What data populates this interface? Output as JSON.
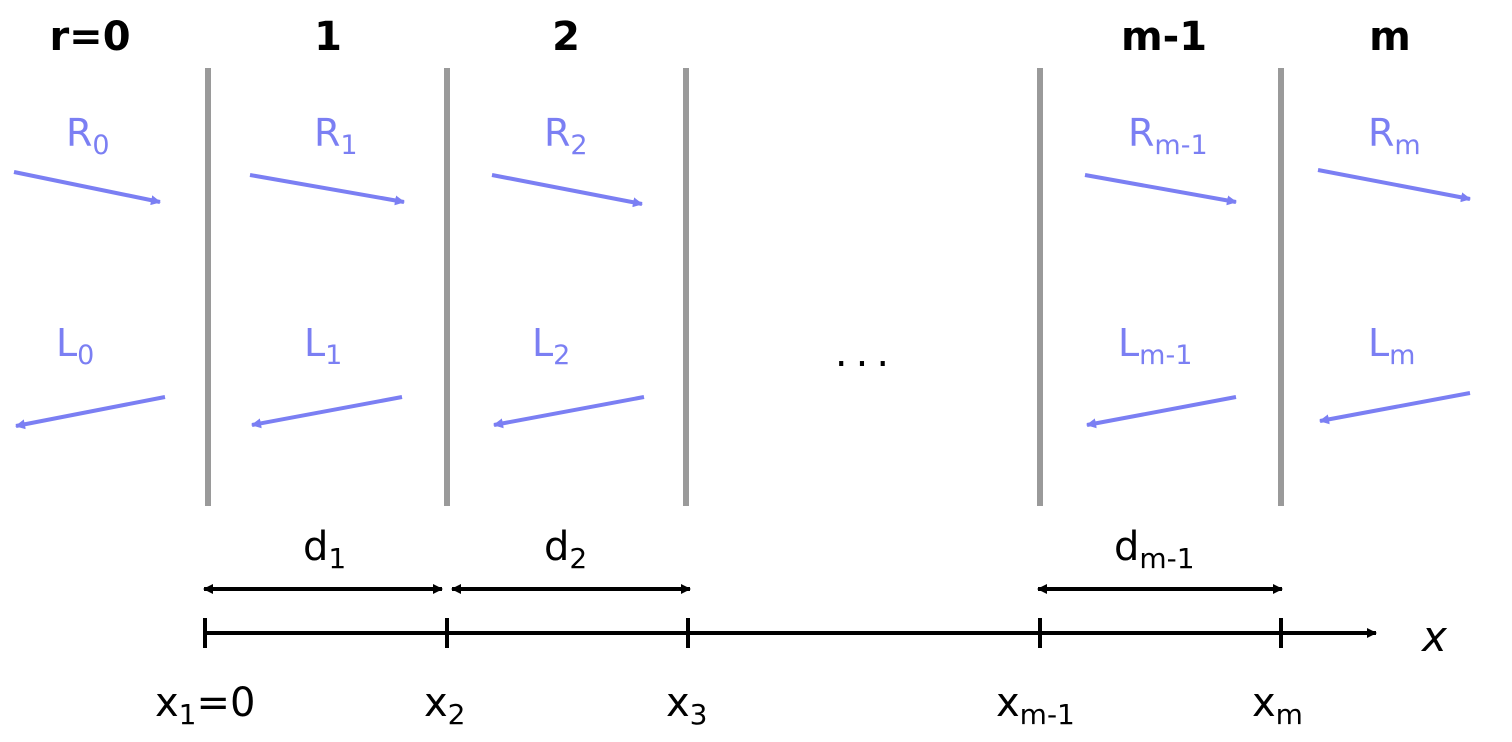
{
  "regions": [
    {
      "id": "r0",
      "label": "r=0"
    },
    {
      "id": "r1",
      "label": "1"
    },
    {
      "id": "r2",
      "label": "2"
    },
    {
      "id": "rm1",
      "label": "m-1"
    },
    {
      "id": "rm",
      "label": "m"
    }
  ],
  "waves": {
    "right": [
      {
        "base": "R",
        "sub": "0"
      },
      {
        "base": "R",
        "sub": "1"
      },
      {
        "base": "R",
        "sub": "2"
      },
      {
        "base": "R",
        "sub": "m-1"
      },
      {
        "base": "R",
        "sub": "m"
      }
    ],
    "left": [
      {
        "base": "L",
        "sub": "0"
      },
      {
        "base": "L",
        "sub": "1"
      },
      {
        "base": "L",
        "sub": "2"
      },
      {
        "base": "L",
        "sub": "m-1"
      },
      {
        "base": "L",
        "sub": "m"
      }
    ]
  },
  "ellipsis": "...",
  "thicknesses": [
    {
      "base": "d",
      "sub": "1"
    },
    {
      "base": "d",
      "sub": "2"
    },
    {
      "base": "d",
      "sub": "m-1"
    }
  ],
  "axis": {
    "name": "x",
    "ticks": [
      {
        "base": "x",
        "sub": "1",
        "suffix": "=0"
      },
      {
        "base": "x",
        "sub": "2",
        "suffix": ""
      },
      {
        "base": "x",
        "sub": "3",
        "suffix": ""
      },
      {
        "base": "x",
        "sub": "m-1",
        "suffix": ""
      },
      {
        "base": "x",
        "sub": "m",
        "suffix": ""
      }
    ]
  },
  "colors": {
    "wave_arrow": "#7b7ff3",
    "interface": "#9a9a9a",
    "axis": "#000000"
  }
}
